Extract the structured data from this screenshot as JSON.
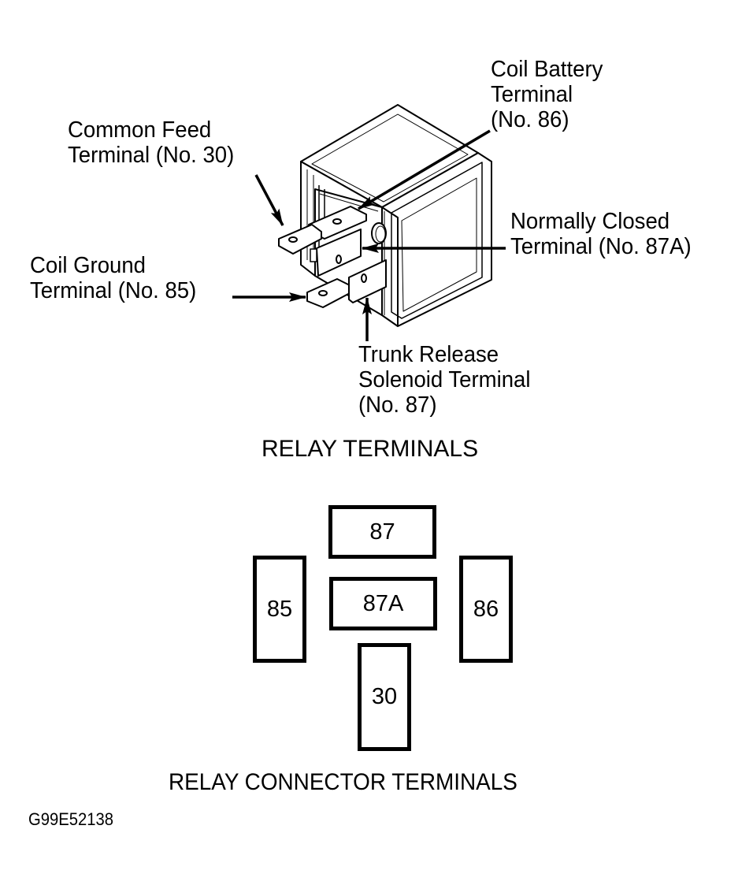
{
  "relay_labels": {
    "coil_battery": [
      "Coil Battery",
      "Terminal",
      "(No. 86)"
    ],
    "common_feed": [
      "Common Feed",
      "Terminal (No. 30)"
    ],
    "normally_closed": [
      "Normally Closed",
      "Terminal (No. 87A)"
    ],
    "coil_ground": [
      "Coil Ground",
      "Terminal (No. 85)"
    ],
    "trunk_release": [
      "Trunk Release",
      "Solenoid Terminal",
      "(No. 87)"
    ]
  },
  "captions": {
    "relay_terminals": "RELAY TERMINALS",
    "relay_connector_terminals": "RELAY CONNECTOR TERMINALS"
  },
  "connector_terminals": {
    "t87": "87",
    "t87a": "87A",
    "t85": "85",
    "t86": "86",
    "t30": "30"
  },
  "figure_code": "G99E52138"
}
